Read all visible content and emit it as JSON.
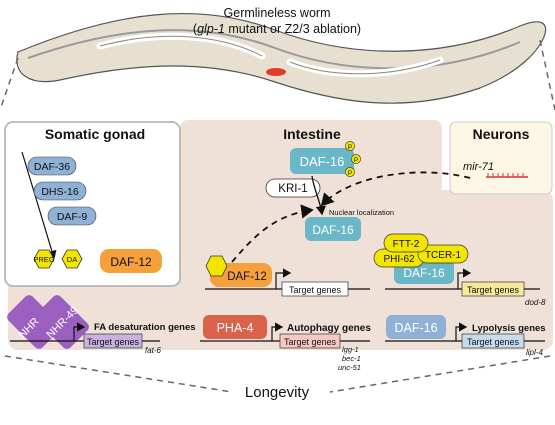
{
  "worm": {
    "title_line1": "Germlineless worm",
    "title_line2_italic": "glp-1",
    "title_line2_rest": " mutant or Z2/3 ablation)",
    "title_open_paren": "("
  },
  "somatic_gonad": {
    "title": "Somatic gonad",
    "pathway": [
      "DAF-36",
      "DHS-16",
      "DAF-9"
    ],
    "steroids": [
      "PREG",
      "DA"
    ],
    "receptor": "DAF-12"
  },
  "intestine": {
    "title": "Intestine",
    "daf16_top": "DAF-16",
    "phospho": [
      "P",
      "P",
      "P"
    ],
    "kri1": "KRI-1",
    "nuclear_localization": "Nuclear localization",
    "daf16_nuclear": "DAF-16",
    "daf12": "DAF-12",
    "target_genes": "Target genes",
    "complex": [
      "FTT-2",
      "TCER-1",
      "PHI-62",
      "DAF-16"
    ],
    "dod8": "dod-8",
    "nhr": [
      "NHR-80",
      "NHR-49"
    ],
    "fa_label": "FA desaturation genes",
    "fat6": "fat-6",
    "pha4": "PHA-4",
    "autophagy_label": "Autophagy genes",
    "autophagy_genes": [
      "lgg-1",
      "bec-1",
      "unc-51"
    ],
    "daf16_lipo": "DAF-16",
    "lypolysis_label": "Lypolysis genes",
    "lipl4": "lipl-4"
  },
  "neurons": {
    "title": "Neurons",
    "mir71": "mir-71"
  },
  "outcome": "Longevity",
  "colors": {
    "blue": "#8fb1d6",
    "teal": "#6ab7c7",
    "orange": "#f5a03a",
    "yellow": "#f2e600",
    "purple": "#9b5fc0",
    "red": "#d9634a",
    "beige": "#efe1d8",
    "cream": "#fbf7e4"
  }
}
